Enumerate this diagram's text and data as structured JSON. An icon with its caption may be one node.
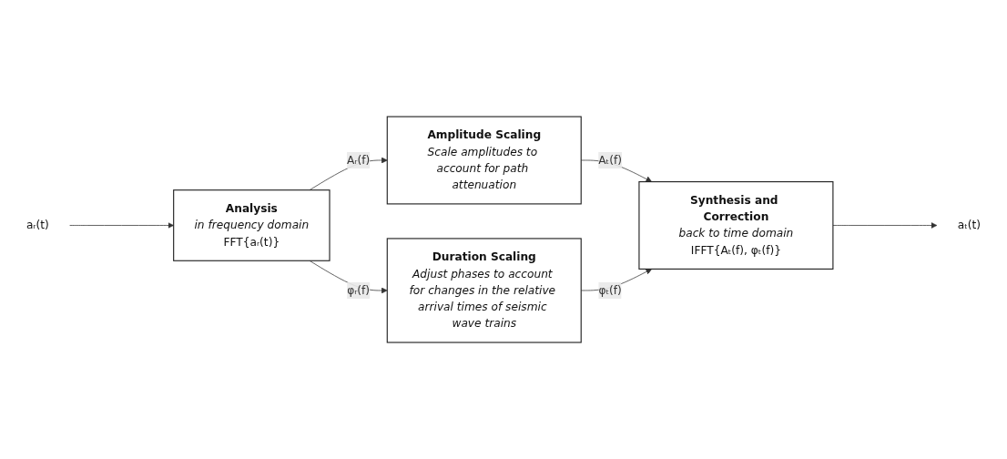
{
  "diagram": {
    "nodes": [
      {
        "text": [
          "aᵣ(t)"
        ]
      },
      {
        "text": [
          "Analysis",
          "in frequency domain",
          "FFT{aᵣ(t)}"
        ]
      },
      {
        "text": [
          "Amplitude Scaling",
          "Scale amplitudes to account for path attenuation"
        ]
      },
      {
        "text": [
          "Synthesis and Correction",
          "back to time domain",
          "IFFT{Aₜ(f), φₜ(f)}"
        ]
      },
      {
        "text": [
          "Duration Scaling",
          "Adjust phases to account for changes in the relative arrival times of seismic wave trains"
        ]
      },
      {
        "text": [
          "aₜ(t)"
        ]
      }
    ],
    "edges": [
      {
        "from": 0,
        "to": 1,
        "arrow": "to"
      },
      {
        "from": 1,
        "to": 2,
        "arrow": "to",
        "label": "Aᵣ(f)"
      },
      {
        "from": 2,
        "to": 3,
        "arrow": "to",
        "label": "Aₜ(f)"
      },
      {
        "from": 1,
        "to": 4,
        "arrow": "to",
        "label": "φᵣ(f)"
      },
      {
        "from": 4,
        "to": 3,
        "arrow": "to",
        "label": "φₜ(f)"
      },
      {
        "from": 3,
        "to": 5,
        "arrow": "to"
      }
    ]
  }
}
